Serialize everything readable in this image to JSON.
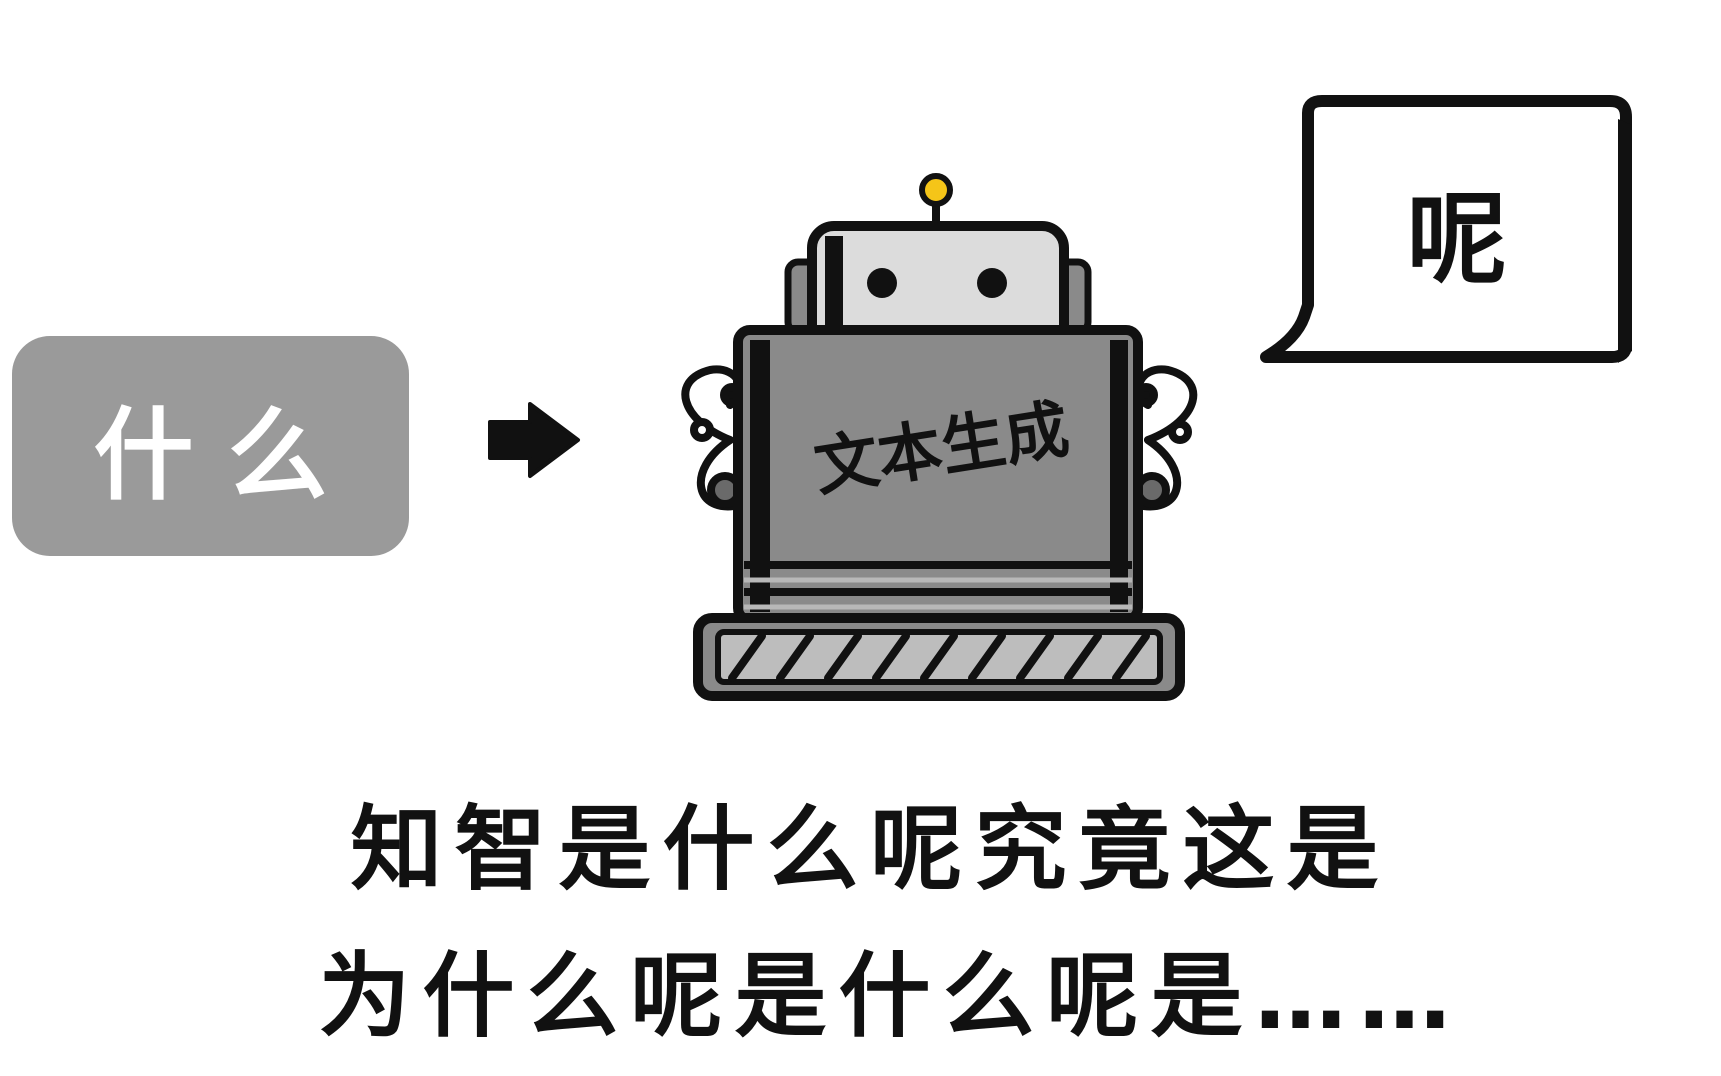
{
  "input_box": {
    "text": "什么",
    "color": "#9a9a9a"
  },
  "arrow": {
    "icon": "right-arrow-icon"
  },
  "robot": {
    "label": "文本生成",
    "antenna_color": "#f5c518"
  },
  "speech_bubble": {
    "text": "呢"
  },
  "caption": {
    "line1": "知智是什么呢究竟这是",
    "line2": "为什么呢是什么呢是……"
  }
}
